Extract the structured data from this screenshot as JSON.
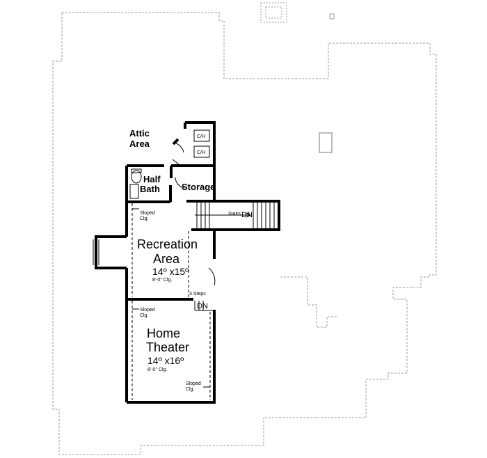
{
  "floor_plan": {
    "rooms": {
      "attic": {
        "line1": "Attic",
        "line2": "Area"
      },
      "half_bath": {
        "line1": "Half",
        "line2": "Bath"
      },
      "storage": {
        "name": "Storage"
      },
      "recreation": {
        "line1": "Recreation",
        "line2": "Area",
        "size": "14º x15º",
        "ceiling": "8'-0\" Clg."
      },
      "home_theater": {
        "line1": "Home",
        "line2": "Theater",
        "size": "14º x16º",
        "ceiling": "8'-0\" Clg."
      }
    },
    "closets": [
      "C/H",
      "C/H"
    ],
    "notes": {
      "sloped_1_a": "Sloped",
      "sloped_1_b": "Clg.",
      "sloped_2_a": "Sloped",
      "sloped_2_b": "Clg.",
      "sloped_3_a": "Sloped",
      "sloped_3_b": "Clg.",
      "stairs": "Stairs",
      "stairs_dn": "DN",
      "three_steps": "3 Steps",
      "steps_dn": "DN"
    },
    "colors": {
      "wall": "#000000",
      "outline": "#9a9a9a",
      "background": "#ffffff"
    }
  }
}
